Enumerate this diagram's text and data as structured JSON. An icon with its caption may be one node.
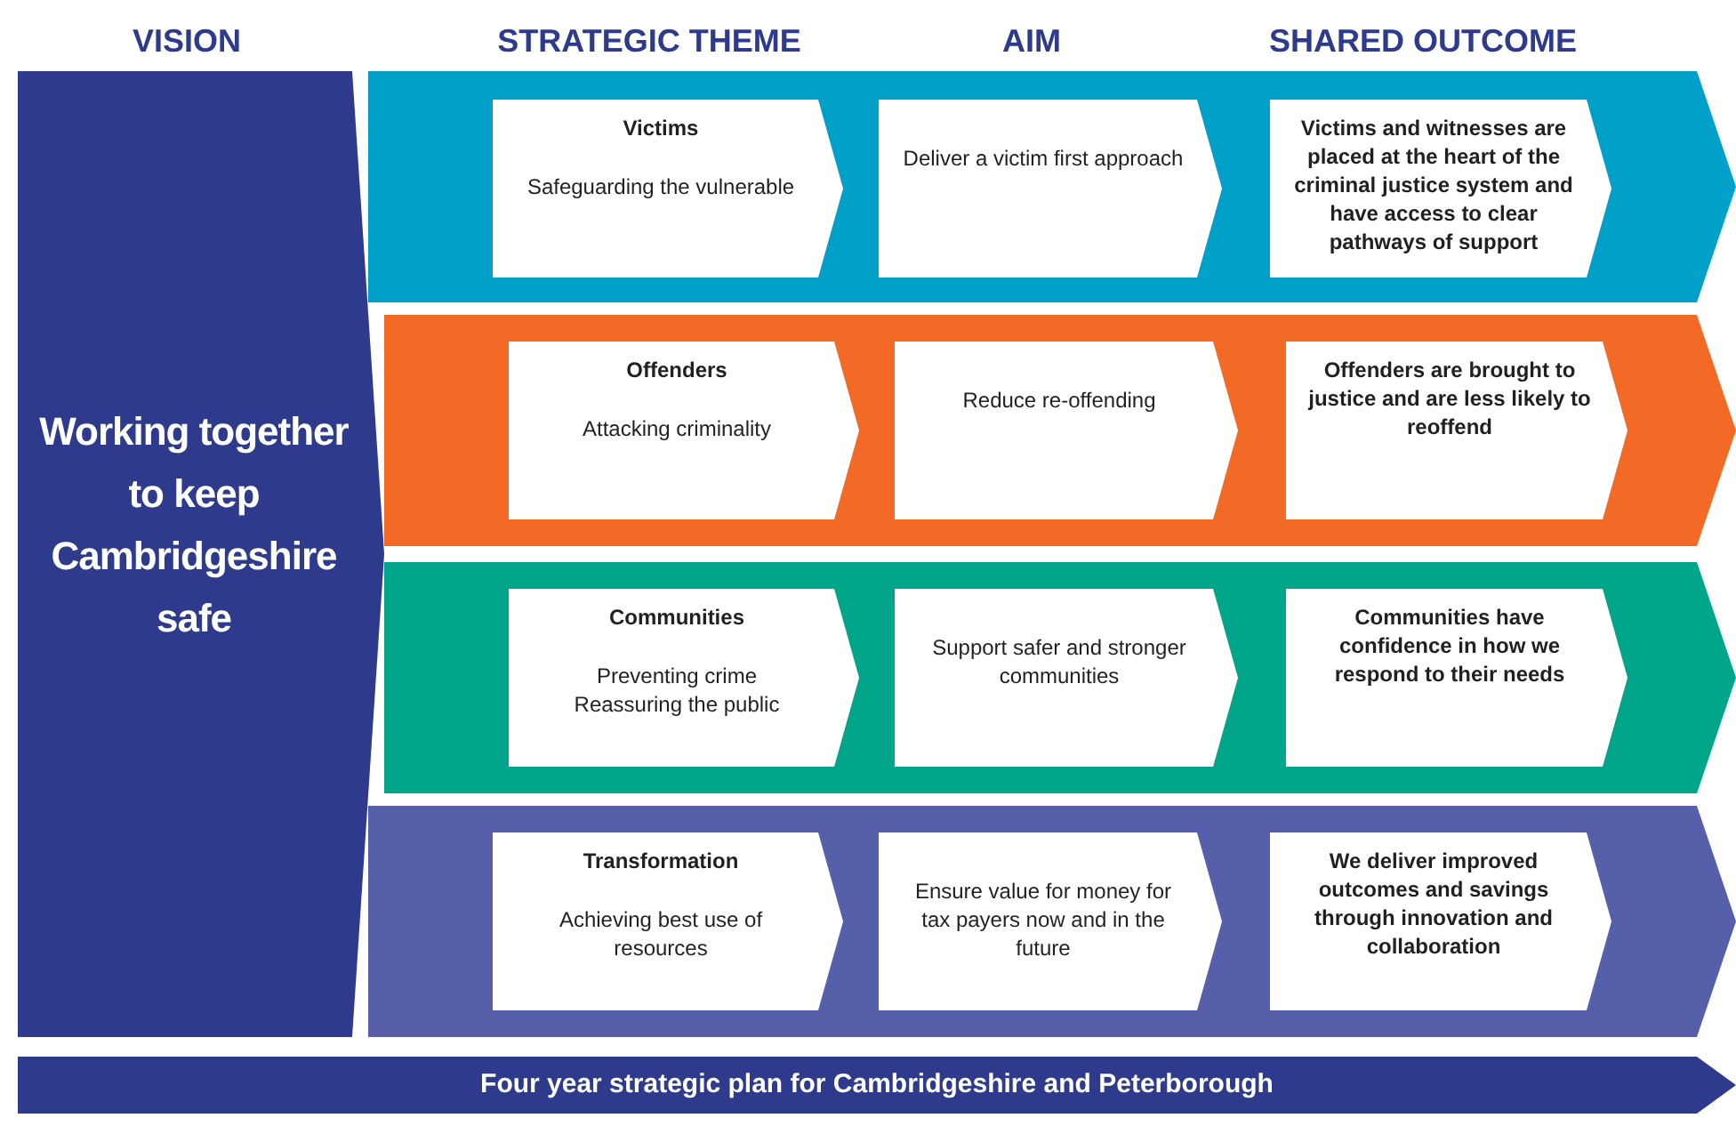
{
  "diagram": {
    "nodes": [
      {
        "text": [
          "Working together to keep Cambridgeshire safe"
        ]
      },
      {
        "text": [],
        "shape": "bar"
      },
      {
        "text": [
          "Victims",
          "Safeguarding the vulnerable"
        ],
        "in": 1
      },
      {
        "text": [
          "Deliver a victim first approach"
        ],
        "in": 1
      },
      {
        "text": [
          "Victims and witnesses are placed at the heart of the criminal justice system and have access to clear pathways of support"
        ],
        "in": 1
      },
      {
        "text": [],
        "shape": "bar"
      },
      {
        "text": [
          "Offenders",
          "Attacking criminality"
        ],
        "in": 5
      },
      {
        "text": [
          "Reduce re-offending"
        ],
        "in": 5
      },
      {
        "text": [
          "Offenders are brought to justice and are less likely to reoffend"
        ],
        "in": 5
      },
      {
        "text": [],
        "shape": "bar"
      },
      {
        "text": [
          "Communities",
          "Preventing crime",
          "Reassuring the public"
        ],
        "in": 9
      },
      {
        "text": [
          "Support safer and stronger communities"
        ],
        "in": 9
      },
      {
        "text": [
          "Communities have confidence in how we respond to their needs"
        ],
        "in": 9
      },
      {
        "text": [],
        "shape": "bar"
      },
      {
        "text": [
          "Transformation",
          "Achieving best use of resources"
        ],
        "in": 13
      },
      {
        "text": [
          "Ensure value for money for tax payers now and in the future"
        ],
        "in": 13
      },
      {
        "text": [
          "We deliver improved outcomes and savings through innovation and collaboration"
        ],
        "in": 13
      },
      {
        "text": [
          "Four year strategic plan for Cambridgeshire and Peterborough"
        ]
      }
    ],
    "labels": [
      "VISION",
      "STRATEGIC THEME",
      "AIM",
      "SHARED OUTCOME"
    ]
  }
}
